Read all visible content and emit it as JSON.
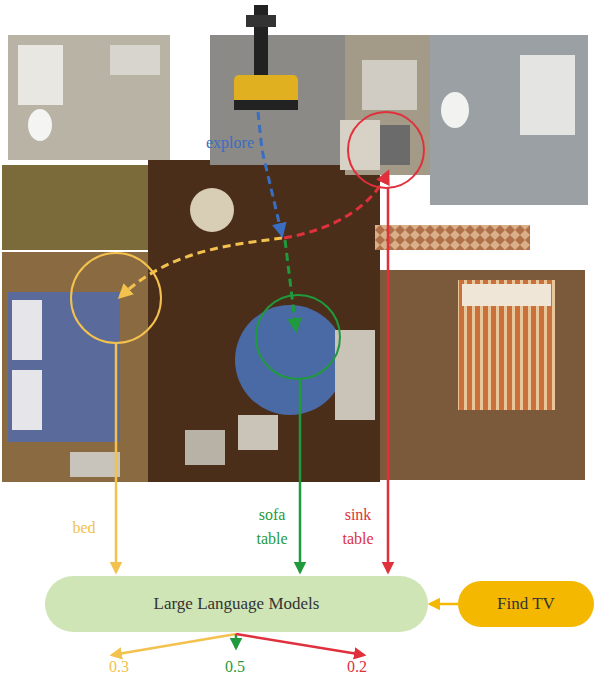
{
  "diagram": {
    "nodes": [
      {
        "text": [
          "Large Language Models"
        ]
      },
      {
        "text": [
          "Find TV"
        ]
      }
    ],
    "edges": [
      {
        "from": 1,
        "to": 0,
        "arrow": "to"
      }
    ],
    "labels": [
      "explore",
      "bed",
      "sofa table",
      "sink table",
      "0.3",
      "0.5",
      "0.2"
    ]
  }
}
